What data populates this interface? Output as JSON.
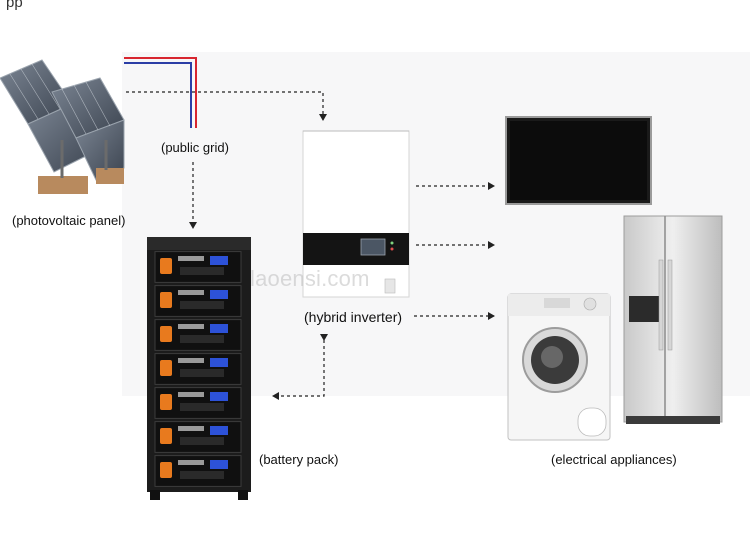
{
  "header_text": "pp",
  "labels": {
    "public_grid": "(public grid)",
    "photovoltaic_panel": "(photovoltaic panel)",
    "hybrid_inverter": "(hybrid inverter)",
    "battery_pack": "(battery pack)",
    "electrical_appliances": "(electrical appliances)"
  },
  "watermark": "laoensi.com",
  "colors": {
    "grid_red": "#d8262f",
    "grid_blue": "#2b3ea6",
    "battery_module_accent": "#e87a1e",
    "lcd_blue": "#2d52d8",
    "arrow": "#222222"
  }
}
